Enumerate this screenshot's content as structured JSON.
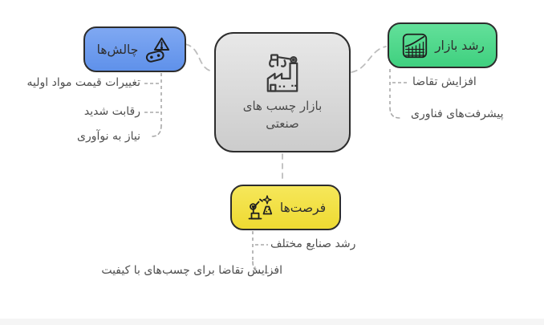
{
  "canvas": {
    "background": "#ffffff",
    "footer_bar_color": "#f5f5f5",
    "connector_color": "#adadad"
  },
  "center": {
    "title_line1": "بازار چسب های",
    "title_line2": "صنعتی",
    "icon": "factory-crane-icon",
    "fill": "#d7d7d7",
    "border": "#2d2d2d"
  },
  "branches": [
    {
      "id": "challenges",
      "label": "چالش‌ها",
      "icon": "warning-belt-icon",
      "fill": "#6b9cf0",
      "position": "left",
      "items": [
        "تغییرات قیمت مواد اولیه",
        "رقابت شدید",
        "نیاز به نوآوری"
      ]
    },
    {
      "id": "market-growth",
      "label": "رشد بازار",
      "icon": "growth-chart-grid-icon",
      "fill": "#4fd98c",
      "position": "right",
      "items": [
        "افزایش تقاضا",
        "پیشرفت‌های فناوری"
      ]
    },
    {
      "id": "opportunities",
      "label": "فرصت‌ها",
      "icon": "robot-arm-sparkle-icon",
      "fill": "#f2df3f",
      "position": "bottom",
      "items": [
        "رشد صنایع مختلف",
        "افزایش تقاضا برای چسب‌های با کیفیت"
      ]
    }
  ]
}
